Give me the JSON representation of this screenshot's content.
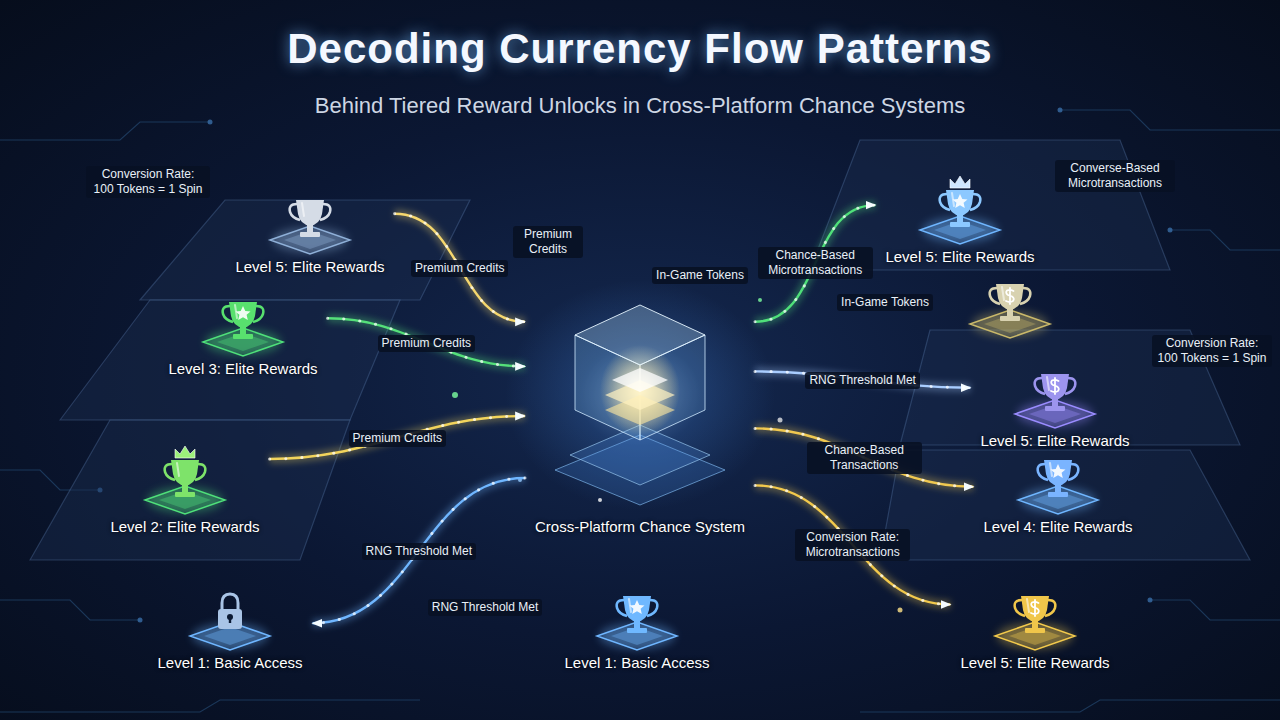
{
  "diagram": {
    "title": "Decoding Currency Flow Patterns",
    "nodes": [
      {
        "text": [
          "Level 5: Elite Rewards"
        ]
      },
      {
        "text": [
          "Level 3: Elite Rewards"
        ]
      },
      {
        "text": [
          "Level 2: Elite Rewards"
        ]
      },
      {
        "text": [
          "Level 1: Basic Access"
        ]
      },
      {
        "text": [
          "Cross-Platform Chance System"
        ]
      },
      {
        "text": [
          "Level 1: Basic Access"
        ]
      },
      {
        "text": [
          "Level 5: Elite Rewards"
        ]
      },
      {
        "text": [
          "Level 5: Elite Rewards"
        ]
      },
      {
        "text": [
          "Level 4: Elite Rewards"
        ]
      },
      {
        "text": [
          "Level 5: Elite Rewards"
        ]
      }
    ],
    "edges": [
      {
        "from": 0,
        "to": 4,
        "arrow": "to",
        "label": "Premium Credits"
      },
      {
        "from": 1,
        "to": 4,
        "arrow": "to",
        "label": "Premium Credits"
      },
      {
        "from": 2,
        "to": 4,
        "arrow": "to",
        "label": "Premium Credits"
      },
      {
        "from": 4,
        "to": 3,
        "arrow": "to",
        "label": "RNG Threshold Met"
      },
      {
        "from": 4,
        "to": 6,
        "arrow": "to",
        "label": "Chance-Based Microtransactions"
      },
      {
        "from": 4,
        "to": 7,
        "arrow": "to",
        "label": "RNG Threshold Met"
      },
      {
        "from": 4,
        "to": 8,
        "arrow": "to",
        "label": "Chance-Based Transactions"
      },
      {
        "from": 4,
        "to": 9,
        "arrow": "to",
        "label": "Conversion Rate: Microtransactions"
      }
    ],
    "labels": [
      "Behind Tiered Reward Unlocks in Cross-Platform Chance Systems",
      "Conversion Rate: 100 Tokens = 1 Spin",
      "Premium Credits",
      "In-Game Tokens",
      "In-Game Tokens",
      "Converse-Based Microtransactions",
      "Conversion Rate: 100 Tokens = 1 Spin",
      "RNG Threshold Met"
    ]
  }
}
